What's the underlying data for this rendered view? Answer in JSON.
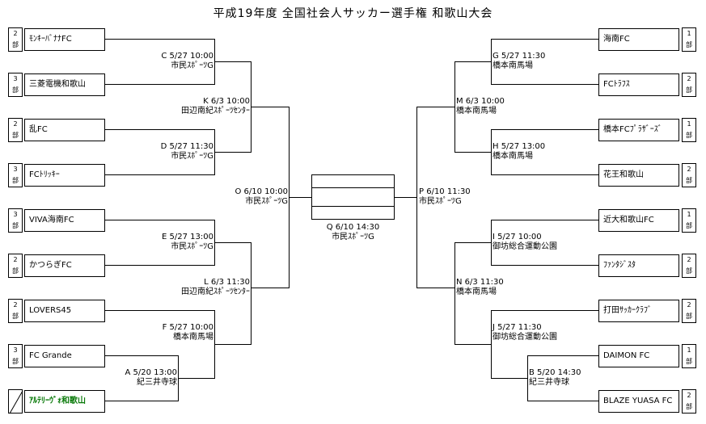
{
  "title": "平成19年度 全国社会人サッカー選手権 和歌山大会",
  "teams_left": [
    {
      "tier_top": "2",
      "tier_bottom": "部",
      "name": "ﾓﾝｷｰﾊﾞﾅﾅFC"
    },
    {
      "tier_top": "3",
      "tier_bottom": "部",
      "name": "三菱電機和歌山"
    },
    {
      "tier_top": "2",
      "tier_bottom": "部",
      "name": "乱FC"
    },
    {
      "tier_top": "3",
      "tier_bottom": "部",
      "name": "FCﾄﾘｯｷｰ"
    },
    {
      "tier_top": "3",
      "tier_bottom": "部",
      "name": "VIVA海南FC"
    },
    {
      "tier_top": "2",
      "tier_bottom": "部",
      "name": "かつらぎFC"
    },
    {
      "tier_top": "2",
      "tier_bottom": "部",
      "name": "LOVERS45"
    },
    {
      "tier_top": "3",
      "tier_bottom": "部",
      "name": "FC Grande"
    },
    {
      "tier_top": "",
      "tier_bottom": "",
      "name": "ｱﾙﾃﾘｰｳﾞｫ和歌山"
    }
  ],
  "teams_right": [
    {
      "tier_top": "1",
      "tier_bottom": "部",
      "name": "海南FC"
    },
    {
      "tier_top": "2",
      "tier_bottom": "部",
      "name": "FCﾄﾗﾌｽ"
    },
    {
      "tier_top": "1",
      "tier_bottom": "部",
      "name": "橋本FCﾌﾟﾗｻﾞｰｽﾞ"
    },
    {
      "tier_top": "2",
      "tier_bottom": "部",
      "name": "花王和歌山"
    },
    {
      "tier_top": "1",
      "tier_bottom": "部",
      "name": "近大和歌山FC"
    },
    {
      "tier_top": "2",
      "tier_bottom": "部",
      "name": "ﾌｧﾝﾀｼﾞｽﾀ"
    },
    {
      "tier_top": "2",
      "tier_bottom": "部",
      "name": "打田ｻｯｶｰｸﾗﾌﾞ"
    },
    {
      "tier_top": "1",
      "tier_bottom": "部",
      "name": "DAIMON FC"
    },
    {
      "tier_top": "2",
      "tier_bottom": "部",
      "name": "BLAZE YUASA FC"
    }
  ],
  "matches": {
    "A": {
      "line1": "A  5/20 13:00",
      "line2": "紀三井寺球"
    },
    "B": {
      "line1": "B  5/20 14:30",
      "line2": "紀三井寺球"
    },
    "C": {
      "line1": "C  5/27 10:00",
      "line2": "市民ｽﾎﾟｰﾂG"
    },
    "D": {
      "line1": "D  5/27 11:30",
      "line2": "市民ｽﾎﾟｰﾂG"
    },
    "E": {
      "line1": "E  5/27 13:00",
      "line2": "市民ｽﾎﾟｰﾂG"
    },
    "F": {
      "line1": "F  5/27 10:00",
      "line2": "橋本南馬場"
    },
    "G": {
      "line1": "G  5/27 11:30",
      "line2": "橋本南馬場"
    },
    "H": {
      "line1": "H  5/27 13:00",
      "line2": "橋本南馬場"
    },
    "I": {
      "line1": "I  5/27 10:00",
      "line2": "御坊総合運動公園"
    },
    "J": {
      "line1": "J  5/27 11:30",
      "line2": "御坊総合運動公園"
    },
    "K": {
      "line1": "K  6/3 10:00",
      "line2": "田辺南紀ｽﾎﾟｰﾂｾﾝﾀｰ"
    },
    "L": {
      "line1": "L  6/3 11:30",
      "line2": "田辺南紀ｽﾎﾟｰﾂｾﾝﾀｰ"
    },
    "M": {
      "line1": "M  6/3 10:00",
      "line2": "橋本南馬場"
    },
    "N": {
      "line1": "N  6/3 11:30",
      "line2": "橋本南馬場"
    },
    "O": {
      "line1": "O  6/10 10:00",
      "line2": "市民ｽﾎﾟｰﾂG"
    },
    "P": {
      "line1": "P  6/10 11:30",
      "line2": "市民ｽﾎﾟｰﾂG"
    },
    "Q": {
      "line1": "Q  6/10 14:30",
      "line2": "市民ｽﾎﾟｰﾂG"
    }
  }
}
